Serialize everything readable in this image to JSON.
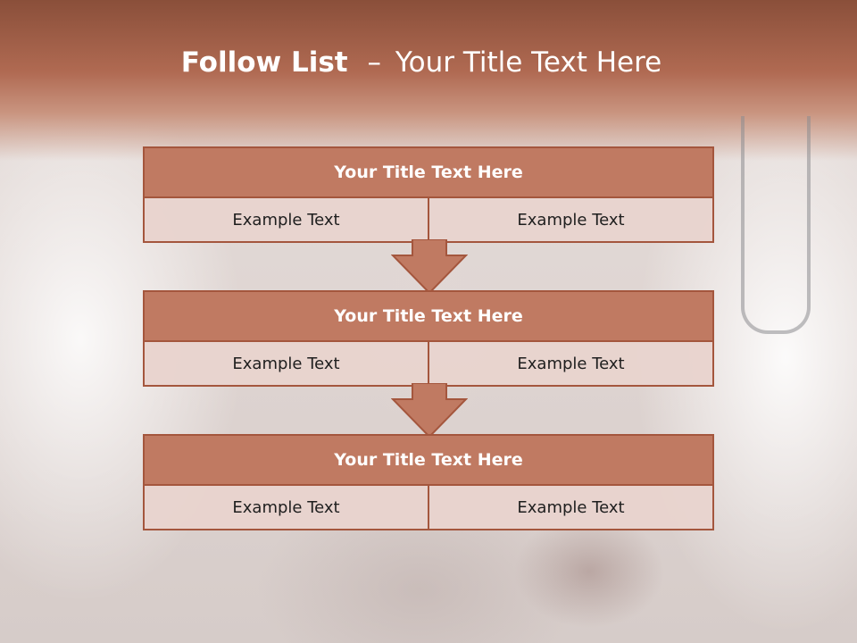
{
  "slide": {
    "title_bold": "Follow List",
    "title_dash": "–",
    "title_rest": "Your Title Text Here"
  },
  "blocks": [
    {
      "title": "Your Title Text Here",
      "cells": [
        "Example Text",
        "Example Text"
      ]
    },
    {
      "title": "Your Title Text Here",
      "cells": [
        "Example Text",
        "Example Text"
      ]
    },
    {
      "title": "Your Title Text Here",
      "cells": [
        "Example Text",
        "Example Text"
      ]
    }
  ],
  "colors": {
    "header": "#b06a52",
    "block_title": "#c07a62",
    "block_border": "#a4563d",
    "block_row": "#e8d3ce"
  },
  "icons": [
    "down-arrow-icon",
    "down-arrow-icon"
  ]
}
